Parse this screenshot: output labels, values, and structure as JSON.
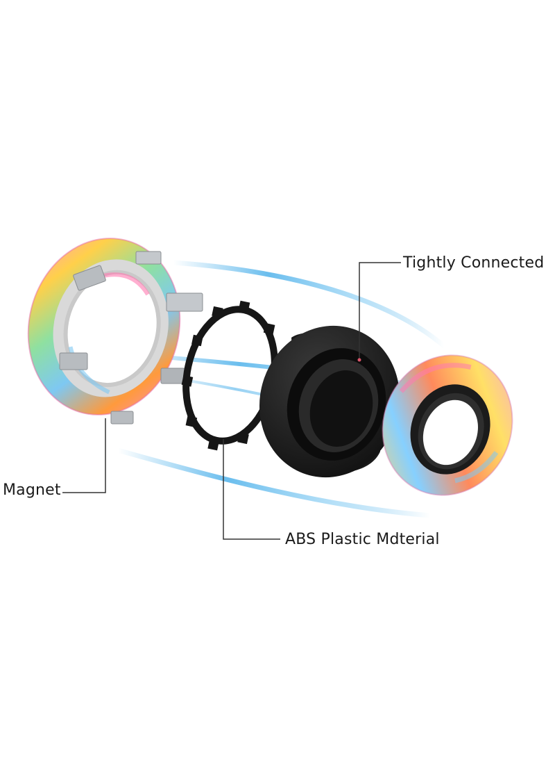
{
  "callouts": {
    "tightly_connected": "Tightly Connected",
    "magnet": "Magnet",
    "abs_material": "ABS Plastic Mdterial"
  },
  "parts": [
    {
      "name": "rainbow-outer-ring-with-magnets"
    },
    {
      "name": "black-spring-clip"
    },
    {
      "name": "black-inner-sleeve"
    },
    {
      "name": "rainbow-end-ring"
    }
  ],
  "colors": {
    "motion_streak": "#39a8e8",
    "rubber_black": "#1c1c1c",
    "frame_grey": "#c9c9c9",
    "magnet_silver": "#b8bcc0",
    "leader_line": "#333333"
  }
}
